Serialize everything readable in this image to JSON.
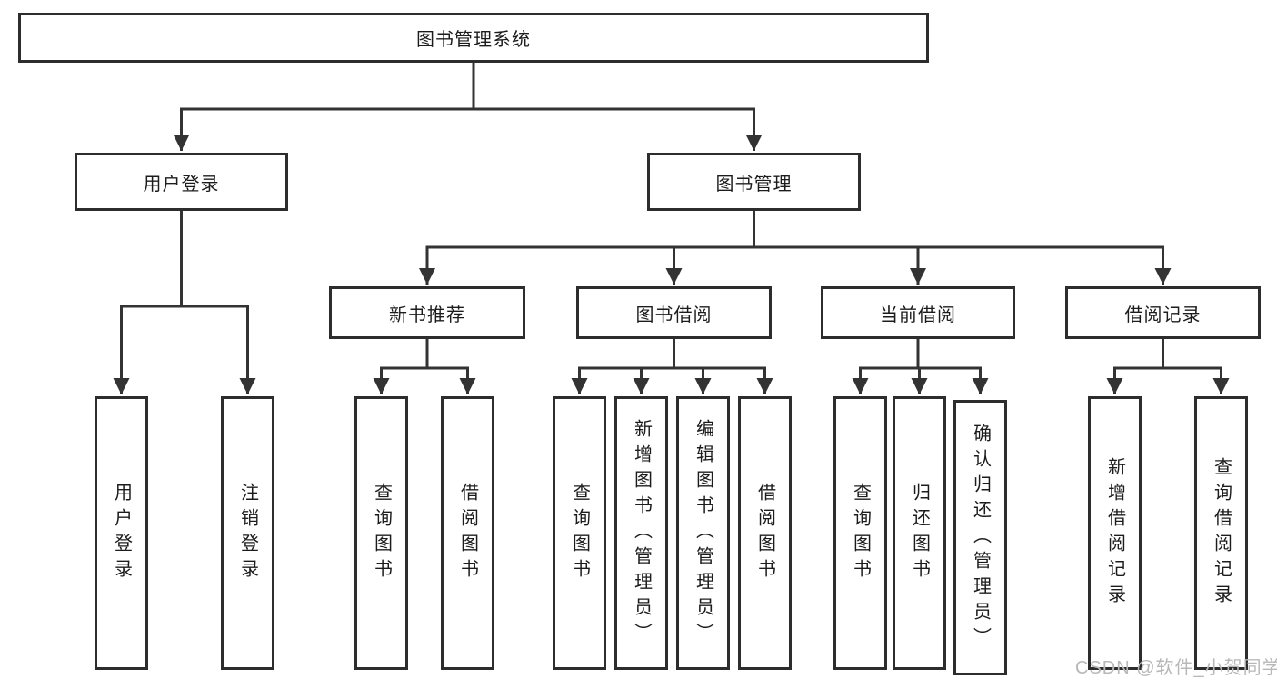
{
  "diagram": {
    "root": {
      "label": "图书管理系统"
    },
    "branches": [
      {
        "label": "用户登录",
        "children": [
          {
            "label": "用户登录"
          },
          {
            "label": "注销登录"
          }
        ]
      },
      {
        "label": "图书管理",
        "children": [
          {
            "label": "新书推荐",
            "children": [
              {
                "label": "查询图书"
              },
              {
                "label": "借阅图书"
              }
            ]
          },
          {
            "label": "图书借阅",
            "children": [
              {
                "label": "查询图书"
              },
              {
                "label": "新增图书（管理员）"
              },
              {
                "label": "编辑图书（管理员）"
              },
              {
                "label": "借阅图书"
              }
            ]
          },
          {
            "label": "当前借阅",
            "children": [
              {
                "label": "查询图书"
              },
              {
                "label": "归还图书"
              },
              {
                "label": "确认归还（管理员）"
              }
            ]
          },
          {
            "label": "借阅记录",
            "children": [
              {
                "label": "新增借阅记录"
              },
              {
                "label": "查询借阅记录"
              }
            ]
          }
        ]
      }
    ]
  },
  "watermark": {
    "text": "CSDN @软件_小贺同学"
  },
  "colors": {
    "line": "#333333",
    "box_border": "#2d2d2d",
    "text": "#1c1c1c",
    "watermark": "#b8b8b8",
    "background": "#ffffff"
  }
}
